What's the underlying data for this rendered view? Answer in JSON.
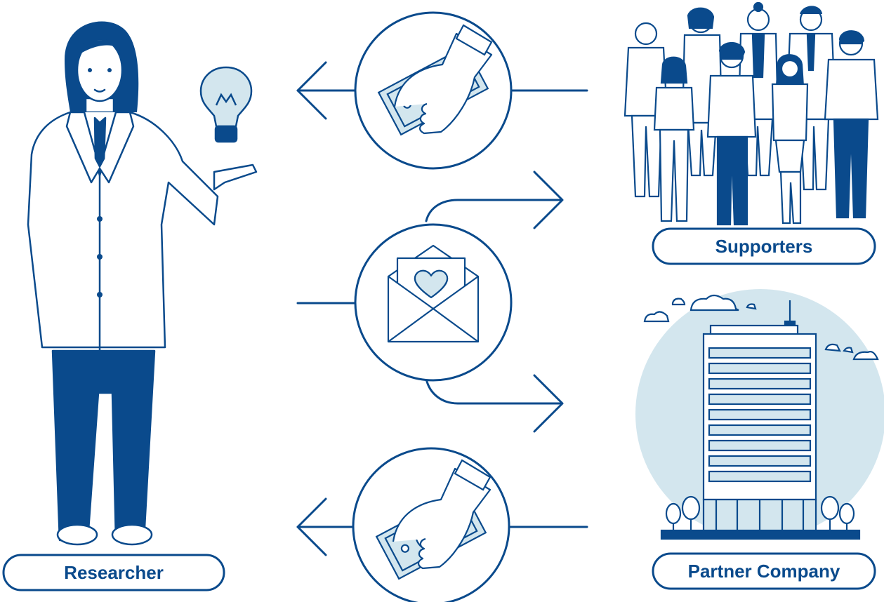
{
  "labels": {
    "researcher": "Researcher",
    "supporters": "Supporters",
    "partner": "Partner Company"
  },
  "symbols": {
    "yen": "¥"
  },
  "colors": {
    "navy": "#0a4a8c",
    "light_blue": "#d3e6ee",
    "white": "#ffffff"
  },
  "icons": {
    "researcher": "researcher-figure-icon",
    "idea": "lightbulb-icon",
    "money": "hand-with-yen-bill-icon",
    "letter": "envelope-heart-icon",
    "supporters": "people-group-icon",
    "partner": "office-building-icon"
  }
}
